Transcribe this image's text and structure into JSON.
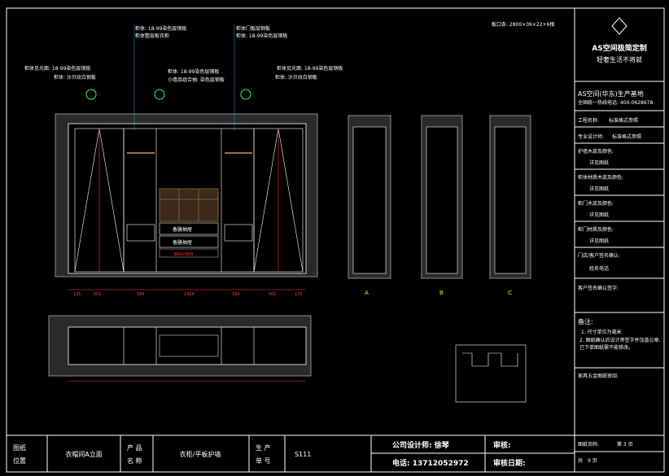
{
  "drawing": {
    "panel_size_note": "板口条: 2800×36×22+6根",
    "top_notes": [
      "柜体: 18-99染色层钢板",
      "柜体整层板衣柜",
      "柜体门板层钢板",
      "柜体: 18-99染色层钢板"
    ],
    "left_notes": [
      "柜体见光面: 18-99染色层钢板",
      "柜体: 沙贝纹白钢板"
    ],
    "right_notes": [
      "柜体见光面: 18-99染色层钢板",
      "柜体: 沙贝纹白钢板"
    ],
    "center_notes": [
      "柜体: 18-99染色层钢板",
      "小墙品组合抽: 染色层钢板"
    ],
    "drawer_labels": [
      "备膳抽屉",
      "备膳抽屉"
    ],
    "elevation_dims": [
      "125",
      "501",
      "584",
      "1464",
      "584",
      "501",
      "125"
    ],
    "inner_dim_label": "800×600",
    "section_labels": [
      "A",
      "B",
      "C"
    ]
  },
  "title_block": {
    "brand": "AS空间极简定制",
    "slogan": "轻奢生活不将就",
    "company_label": "AS空间(华东)生产基地",
    "company_phone": "全国统一热线电话: 400-0628678",
    "rows": [
      {
        "label": "工程名称:",
        "value": "标准格式参照"
      },
      {
        "label": "专业设计师:",
        "value": "标准格式参照"
      },
      {
        "label": "护墙木皮及颜色:",
        "value": "详见图纸"
      },
      {
        "label": "柜体材质木皮及颜色:",
        "value": "详见图纸"
      },
      {
        "label": "柜门木皮及颜色:",
        "value": "详见图纸"
      },
      {
        "label": "柜门材质及颜色:",
        "value": "详见图纸"
      },
      {
        "label": "门店/客户签名确认:",
        "value": "姓名电话"
      }
    ],
    "customer_sign_label": "客户签名确认签字:",
    "remarks_title": "备注:",
    "remarks": [
      "1. 尺寸单位为毫米",
      "2. 图纸确认后设计师签字并加盖公章, 已下单图纸需不能修改。"
    ],
    "sign_label": "家具五金图纸审阅:",
    "page_label": "图纸页码:",
    "page_value": "第 3 页",
    "total_label": "共",
    "total_value": "9 页"
  },
  "footer": {
    "drawing_label_1": "图纸",
    "drawing_label_2": "位置",
    "drawing_value": "衣帽间A立面",
    "product_label_1": "产 品",
    "product_label_2": "名 称",
    "product_value": "衣柜/平板护墙",
    "code_label_1": "生 产",
    "code_label_2": "单 号",
    "code_value": "S111",
    "designer": "公司设计师: 徐琴",
    "phone": "电话: 13712052972",
    "review": "审核:",
    "review_date": "审核日期:"
  }
}
